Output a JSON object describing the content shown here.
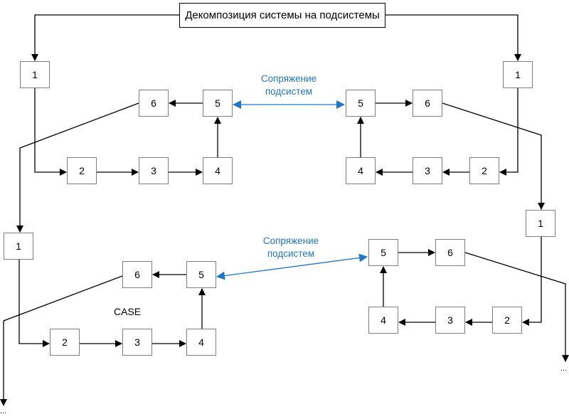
{
  "title": "Декомпозиция системы на подсистемы",
  "interface_label_line1": "Сопряжение",
  "interface_label_line2": "подсистем",
  "case_label": "CASE",
  "continuation": "...",
  "colors": {
    "box_border": "#7f7f7f",
    "line": "#000000",
    "interface": "#1f77c9"
  },
  "subsystems": [
    {
      "id": "top-left",
      "boxes": [
        "1",
        "2",
        "3",
        "4",
        "5",
        "6"
      ]
    },
    {
      "id": "top-right",
      "boxes": [
        "1",
        "2",
        "3",
        "4",
        "5",
        "6"
      ]
    },
    {
      "id": "bottom-left",
      "boxes": [
        "1",
        "2",
        "3",
        "4",
        "5",
        "6"
      ],
      "note": "CASE"
    },
    {
      "id": "bottom-right",
      "boxes": [
        "1",
        "2",
        "3",
        "4",
        "5",
        "6"
      ]
    }
  ]
}
